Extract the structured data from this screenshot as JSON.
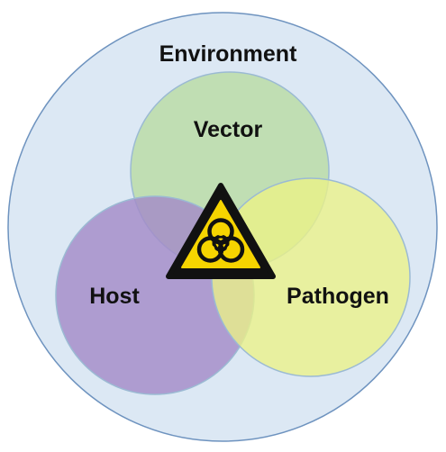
{
  "diagram": {
    "outer_label": "Environment",
    "circles": [
      {
        "id": "vector",
        "label": "Vector",
        "fill": "#b8dba0"
      },
      {
        "id": "host",
        "label": "Host",
        "fill": "#a48bc8"
      },
      {
        "id": "pathogen",
        "label": "Pathogen",
        "fill": "#ecf286"
      }
    ],
    "outer_fill": "#dce8f4",
    "outer_stroke": "#6e93bf",
    "center_icon": "biohazard-warning-icon",
    "center_icon_colors": {
      "fill": "#f6d400",
      "border": "#111111"
    }
  }
}
